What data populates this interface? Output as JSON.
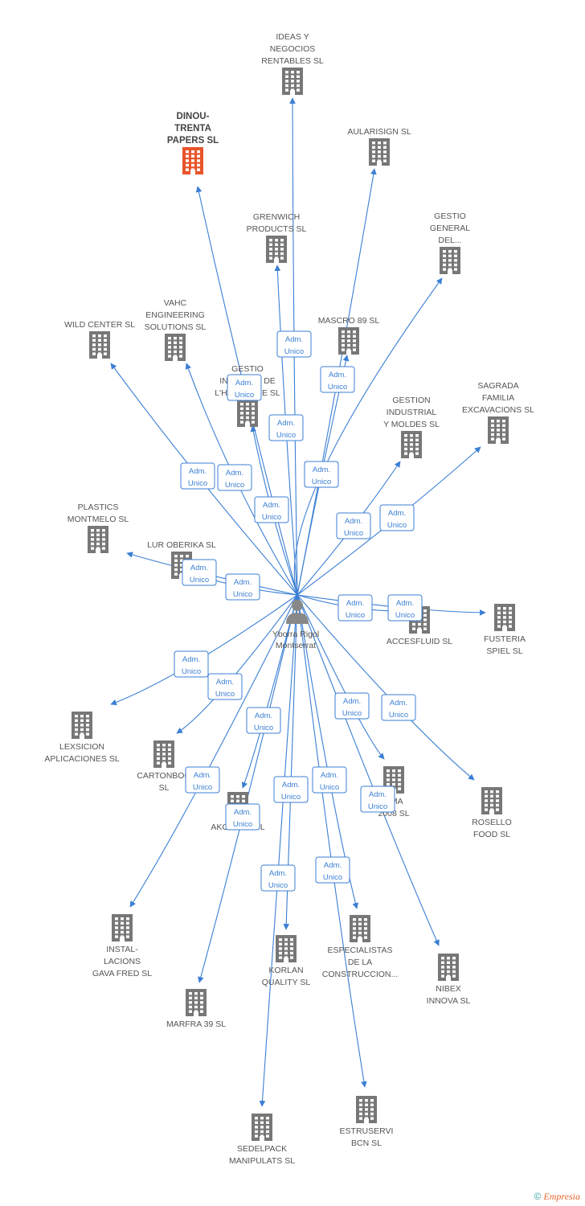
{
  "center": {
    "name_lines": [
      "Yborra Rigol",
      "Montserrat"
    ],
    "icon": "person-icon",
    "color": "#888888"
  },
  "edge_label_lines": [
    "Adm.",
    "Unico"
  ],
  "colors": {
    "edge": "#3b7fd4",
    "company": "#777777",
    "highlight": "#e8552b"
  },
  "companies": [
    {
      "id": "ideas-y-negocios-rentables",
      "label_lines": [
        "IDEAS Y",
        "NEGOCIOS",
        "RENTABLES SL"
      ],
      "highlighted": false
    },
    {
      "id": "dinou-trenta-papers",
      "label_lines": [
        "DINOU-",
        "TRENTA",
        "PAPERS SL"
      ],
      "highlighted": true
    },
    {
      "id": "aularisign",
      "label_lines": [
        "AULARISIGN SL"
      ],
      "highlighted": false
    },
    {
      "id": "grenwich-products",
      "label_lines": [
        "GRENWICH",
        "PRODUCTS SL"
      ],
      "highlighted": false
    },
    {
      "id": "gestio-general",
      "label_lines": [
        "GESTIO",
        "GENERAL",
        "DEL..."
      ],
      "highlighted": false
    },
    {
      "id": "wild-center",
      "label_lines": [
        "WILD CENTER SL"
      ],
      "highlighted": false
    },
    {
      "id": "vahc-engineering",
      "label_lines": [
        "VAHC",
        "ENGINEERING",
        "SOLUTIONS SL"
      ],
      "highlighted": false
    },
    {
      "id": "mascro-89",
      "label_lines": [
        "MASCRO 89 SL"
      ],
      "highlighted": false
    },
    {
      "id": "gestio-integral",
      "label_lines": [
        "GESTIO",
        "INTEGRAL DE",
        "L'HABITATGE SL"
      ],
      "highlighted": false
    },
    {
      "id": "gestion-industrial-moldes",
      "label_lines": [
        "GESTION",
        "INDUSTRIAL",
        "Y MOLDES SL"
      ],
      "highlighted": false
    },
    {
      "id": "sagrada-familia",
      "label_lines": [
        "SAGRADA",
        "FAMILIA",
        "EXCAVACIONS SL"
      ],
      "highlighted": false
    },
    {
      "id": "plastics-montmelo",
      "label_lines": [
        "PLASTICS",
        "MONTMELO SL"
      ],
      "highlighted": false
    },
    {
      "id": "lur-oberika",
      "label_lines": [
        "LUR OBERIKA SL"
      ],
      "highlighted": false
    },
    {
      "id": "accesfluid",
      "label_lines": [
        "ACCESFLUID SL"
      ],
      "highlighted": false
    },
    {
      "id": "fusteria-spiel",
      "label_lines": [
        "FUSTERIA",
        "SPIEL SL"
      ],
      "highlighted": false
    },
    {
      "id": "lexsicion",
      "label_lines": [
        "LEXSICION",
        "APLICACIONES SL"
      ],
      "highlighted": false
    },
    {
      "id": "cartonboo",
      "label_lines": [
        "CARTONBOO",
        "SL"
      ],
      "highlighted": false
    },
    {
      "id": "akoi-2013",
      "label_lines": [
        "AKOI 2013 SL"
      ],
      "highlighted": false
    },
    {
      "id": "uma-2008",
      "label_lines": [
        "UMA",
        "2008 SL"
      ],
      "highlighted": false
    },
    {
      "id": "rosello-food",
      "label_lines": [
        "ROSELLO",
        "FOOD SL"
      ],
      "highlighted": false
    },
    {
      "id": "installacions-gava",
      "label_lines": [
        "INSTAL-",
        "LACIONS",
        "GAVA FRED SL"
      ],
      "highlighted": false
    },
    {
      "id": "korlan-quality",
      "label_lines": [
        "KORLAN",
        "QUALITY SL"
      ],
      "highlighted": false
    },
    {
      "id": "especialistas",
      "label_lines": [
        "ESPECIALISTAS",
        "DE LA",
        "CONSTRUCCION..."
      ],
      "highlighted": false
    },
    {
      "id": "nibex-innova",
      "label_lines": [
        "NIBEX",
        "INNOVA SL"
      ],
      "highlighted": false
    },
    {
      "id": "marfra-39",
      "label_lines": [
        "MARFRA 39 SL"
      ],
      "highlighted": false
    },
    {
      "id": "sedelpack",
      "label_lines": [
        "SEDELPACK",
        "MANIPULATS SL"
      ],
      "highlighted": false
    },
    {
      "id": "estruservi",
      "label_lines": [
        "ESTRUSERVI",
        "BCN SL"
      ],
      "highlighted": false
    }
  ],
  "footer": {
    "copyright": "©",
    "brand": "Empresia"
  }
}
